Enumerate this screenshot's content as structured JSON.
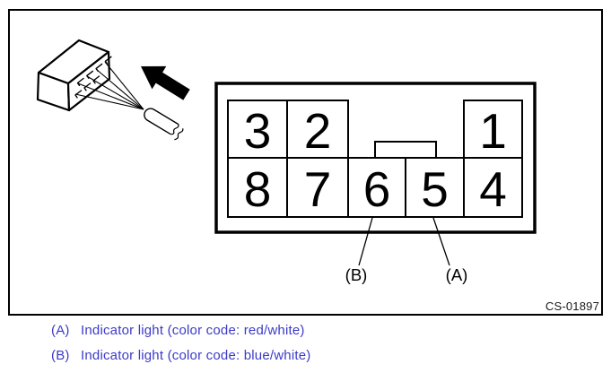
{
  "figure": {
    "code": "CS-01897"
  },
  "diagram": {
    "type": "connector-pinout",
    "pin_numbers": [
      "3",
      "2",
      "1",
      "8",
      "7",
      "6",
      "5",
      "4"
    ],
    "rows": [
      [
        "3",
        "2",
        "1"
      ],
      [
        "8",
        "7",
        "6",
        "5",
        "4"
      ]
    ],
    "callouts": [
      {
        "label": "(B)",
        "target_pin": "6"
      },
      {
        "label": "(A)",
        "target_pin": "5"
      }
    ]
  },
  "legend": {
    "items": [
      {
        "ref": "(A)",
        "text": "Indicator light (color code: red/white)"
      },
      {
        "ref": "(B)",
        "text": "Indicator light (color code: blue/white)"
      }
    ]
  },
  "colors": {
    "line": "#000000",
    "background": "#ffffff",
    "legend_text": "#3c3ac8"
  }
}
